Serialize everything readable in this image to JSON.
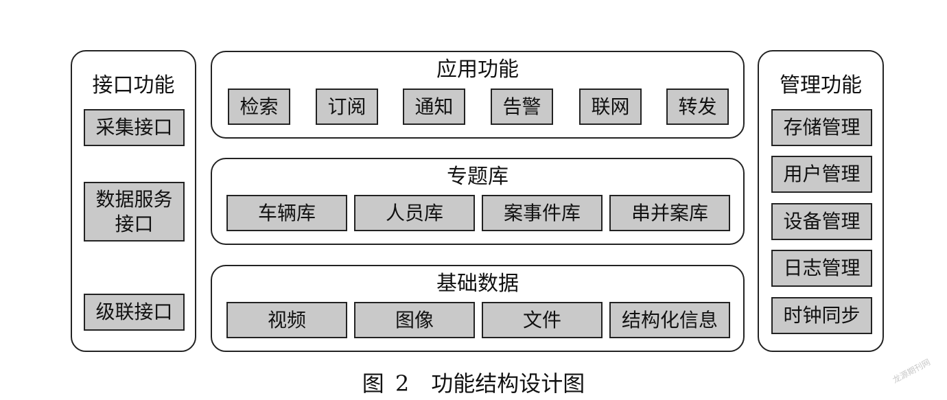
{
  "left_panel": {
    "title": "接口功能",
    "items": [
      "采集接口",
      "数据服务\n接口",
      "级联接口"
    ]
  },
  "app_panel": {
    "title": "应用功能",
    "items": [
      "检索",
      "订阅",
      "通知",
      "告警",
      "联网",
      "转发"
    ]
  },
  "topic_panel": {
    "title": "专题库",
    "items": [
      "车辆库",
      "人员库",
      "案事件库",
      "串并案库"
    ]
  },
  "base_panel": {
    "title": "基础数据",
    "items": [
      "视频",
      "图像",
      "文件",
      "结构化信息"
    ]
  },
  "right_panel": {
    "title": "管理功能",
    "items": [
      "存储管理",
      "用户管理",
      "设备管理",
      "日志管理",
      "时钟同步"
    ]
  },
  "caption": "图 2　功能结构设计图",
  "watermark": "龙源期刊网",
  "colors": {
    "box_fill": "#c9c9c9",
    "border": "#222222",
    "background": "#ffffff"
  }
}
